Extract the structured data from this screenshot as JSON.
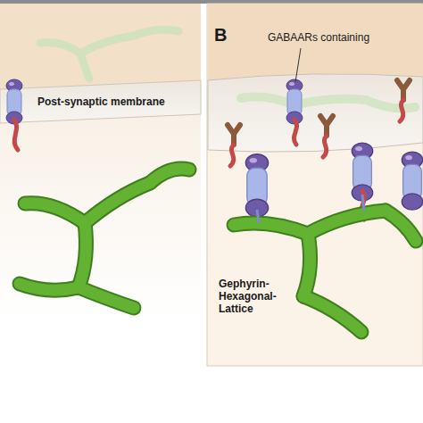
{
  "diagram": {
    "labels": [
      "B",
      "GABAARs containing",
      "Post-synaptic membrane",
      "Gephyrin-Hexagonal-Lattice"
    ]
  }
}
